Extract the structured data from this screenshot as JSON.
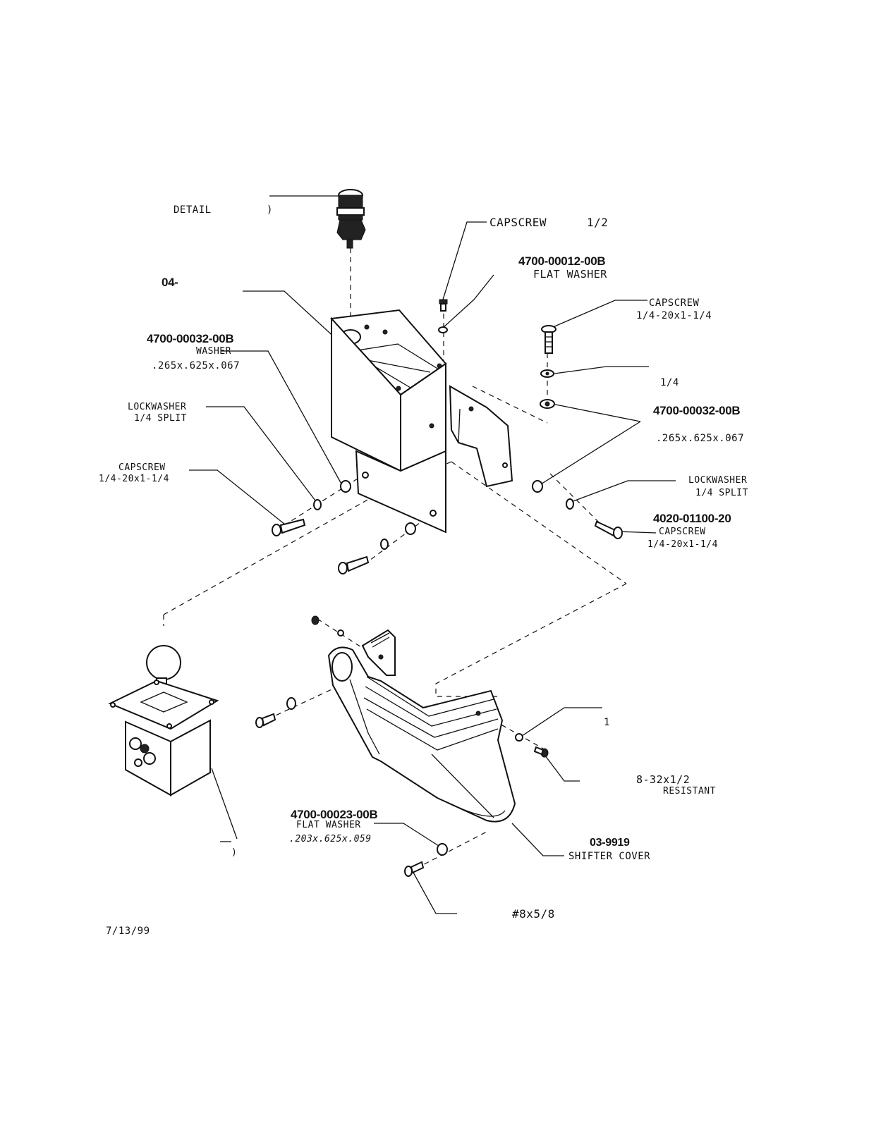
{
  "labels": {
    "detail": "DETAIL",
    "detail_paren": ")",
    "cap_top": "CAPSCREW",
    "cap_top_size": "1/2",
    "fw_top_pn": "4700-00012-00B",
    "fw_top_name": "FLAT WASHER",
    "prefix_04": "04-",
    "cap_r1": "CAPSCREW",
    "cap_r1_size": "1/4-20x1-1/4",
    "washer_l_pn": "4700-00032-00B",
    "washer_l_name": "WASHER",
    "washer_l_size": ".265x.625x.067",
    "quarter": "1/4",
    "lw_l_name": "LOCKWASHER",
    "lw_l_size": "1/4 SPLIT",
    "washer_r_pn": "4700-00032-00B",
    "washer_r_size": ".265x.625x.067",
    "cap_l_name": "CAPSCREW",
    "cap_l_size": "1/4-20x1-1/4",
    "lw_r_name": "LOCKWASHER",
    "lw_r_size": "1/4 SPLIT",
    "cap_r2_pn": "4020-01100-20",
    "cap_r2_name": "CAPSCREW",
    "cap_r2_size": "1/4-20x1-1/4",
    "one": "1",
    "screw_832": "8-32x1/2",
    "resistant": "RESISTANT",
    "fw_bot_pn": "4700-00023-00B",
    "fw_bot_name": "FLAT WASHER",
    "fw_bot_size": ".203x.625x.059",
    "cover_pn": "03-9919",
    "cover_name": "SHIFTER COVER",
    "screw_8": "#8x5/8",
    "joy_paren": ")",
    "date": "7/13/99"
  }
}
